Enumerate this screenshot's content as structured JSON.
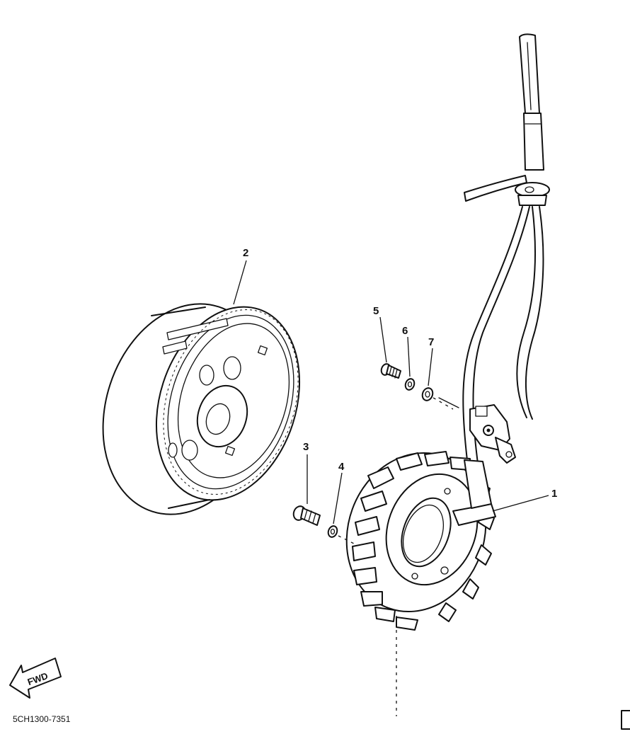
{
  "diagram": {
    "callouts": [
      {
        "id": "1",
        "label": "1"
      },
      {
        "id": "2",
        "label": "2"
      },
      {
        "id": "3",
        "label": "3"
      },
      {
        "id": "4",
        "label": "4"
      },
      {
        "id": "5",
        "label": "5"
      },
      {
        "id": "6",
        "label": "6"
      },
      {
        "id": "7",
        "label": "7"
      }
    ],
    "fwd_label": "FWD",
    "diagram_code": "5CH1300-7351"
  }
}
